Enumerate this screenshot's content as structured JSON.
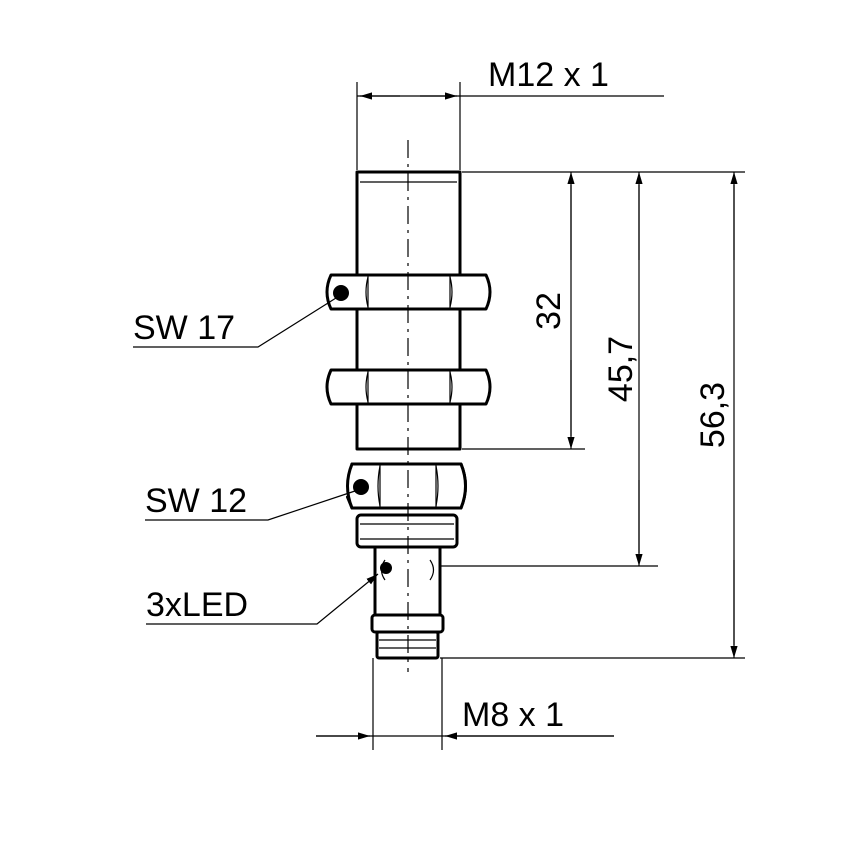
{
  "labels": {
    "thread_top": "M12 x 1",
    "thread_bottom": "M8 x 1",
    "wrench_large": "SW 17",
    "wrench_small": "SW 12",
    "leds": "3xLED"
  },
  "dimensions": {
    "thread_length": "32",
    "led_position": "45,7",
    "overall_length": "56,3"
  }
}
